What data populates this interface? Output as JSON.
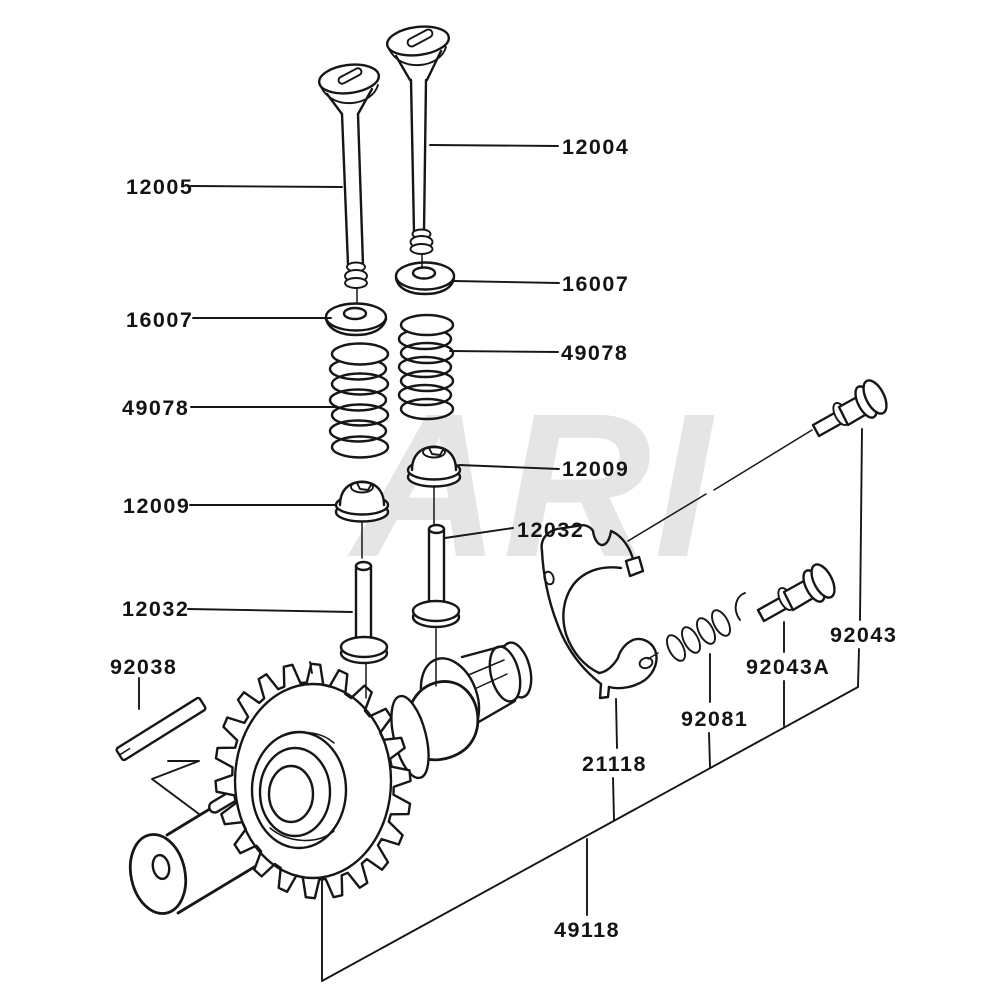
{
  "diagram": {
    "watermark": "ARI",
    "line_color": "#161616",
    "watermark_color": "#e5e5e5",
    "callouts": [
      {
        "id": "left-valve",
        "part": "12005"
      },
      {
        "id": "right-valve",
        "part": "12004"
      },
      {
        "id": "right-spring-seat",
        "part": "16007"
      },
      {
        "id": "left-spring-seat",
        "part": "16007"
      },
      {
        "id": "right-valve-spring",
        "part": "49078"
      },
      {
        "id": "left-valve-spring",
        "part": "49078"
      },
      {
        "id": "right-spring-retainer",
        "part": "12009"
      },
      {
        "id": "left-spring-retainer",
        "part": "12009"
      },
      {
        "id": "right-valve-lifter",
        "part": "12032"
      },
      {
        "id": "left-valve-lifter",
        "part": "12032"
      },
      {
        "id": "woodruff-key",
        "part": "92038"
      },
      {
        "id": "retainer-plate",
        "part": "21118"
      },
      {
        "id": "small-spring",
        "part": "92081"
      },
      {
        "id": "short-pin",
        "part": "92043A"
      },
      {
        "id": "long-pin",
        "part": "92043"
      },
      {
        "id": "camshaft-assembly",
        "part": "49118"
      }
    ]
  }
}
